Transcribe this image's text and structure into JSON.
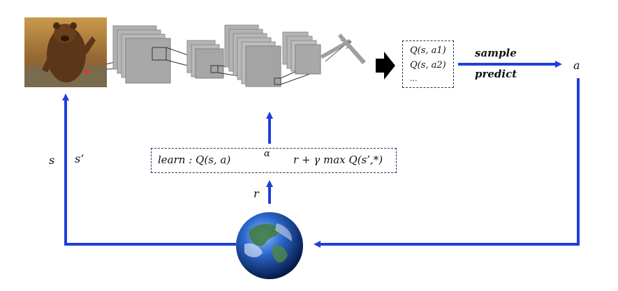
{
  "q_box": {
    "lines": [
      "Q(s, a1)",
      "Q(s, a2)",
      "..."
    ]
  },
  "actions": {
    "sample": "sample",
    "predict": "predict",
    "a": "a"
  },
  "learn_box": {
    "left": "learn : Q(s, a)",
    "alpha": "α",
    "right": "r + γ max Q(s’,*)"
  },
  "loop": {
    "s": "s",
    "s_prime": "s’",
    "r": "r"
  },
  "colors": {
    "arrow": "#1f3fd8",
    "box_border": "#2b2f5c",
    "layer": "#9a9a9a",
    "layer_face": "#c4c4c4"
  },
  "icons": {
    "observation": "bear-photo-icon",
    "environment": "earth-globe-icon",
    "output": "black-arrow-icon"
  }
}
